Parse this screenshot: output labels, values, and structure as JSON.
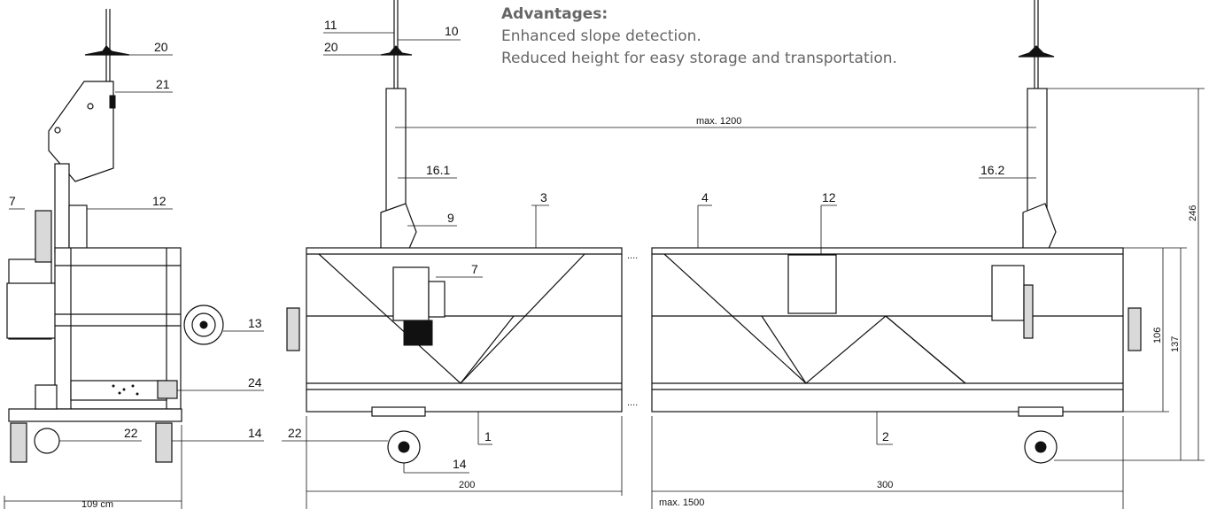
{
  "advantages": {
    "title": "Advantages:",
    "lines": [
      "Enhanced slope detection.",
      "Reduced height for easy storage and transportation."
    ]
  },
  "callouts": {
    "side": {
      "n20": "20",
      "n21": "21",
      "n7": "7",
      "n12": "12",
      "n13": "13",
      "n24": "24",
      "n22": "22",
      "n14": "14"
    },
    "front": {
      "n11": "11",
      "n10": "10",
      "n20": "20",
      "n16_1": "16.1",
      "n9": "9",
      "n3": "3",
      "n7": "7",
      "n22": "22",
      "n14": "14",
      "n1": "1",
      "n4": "4",
      "n12": "12",
      "n16_2": "16.2",
      "n2": "2"
    }
  },
  "dimensions": {
    "side_width": "109 cm",
    "max_1200": "max. 1200",
    "len_200": "200",
    "len_300": "300",
    "max_1500": "max. 1500",
    "h_246": "246",
    "h_137": "137",
    "h_106": "106"
  },
  "ellipsis": "...."
}
